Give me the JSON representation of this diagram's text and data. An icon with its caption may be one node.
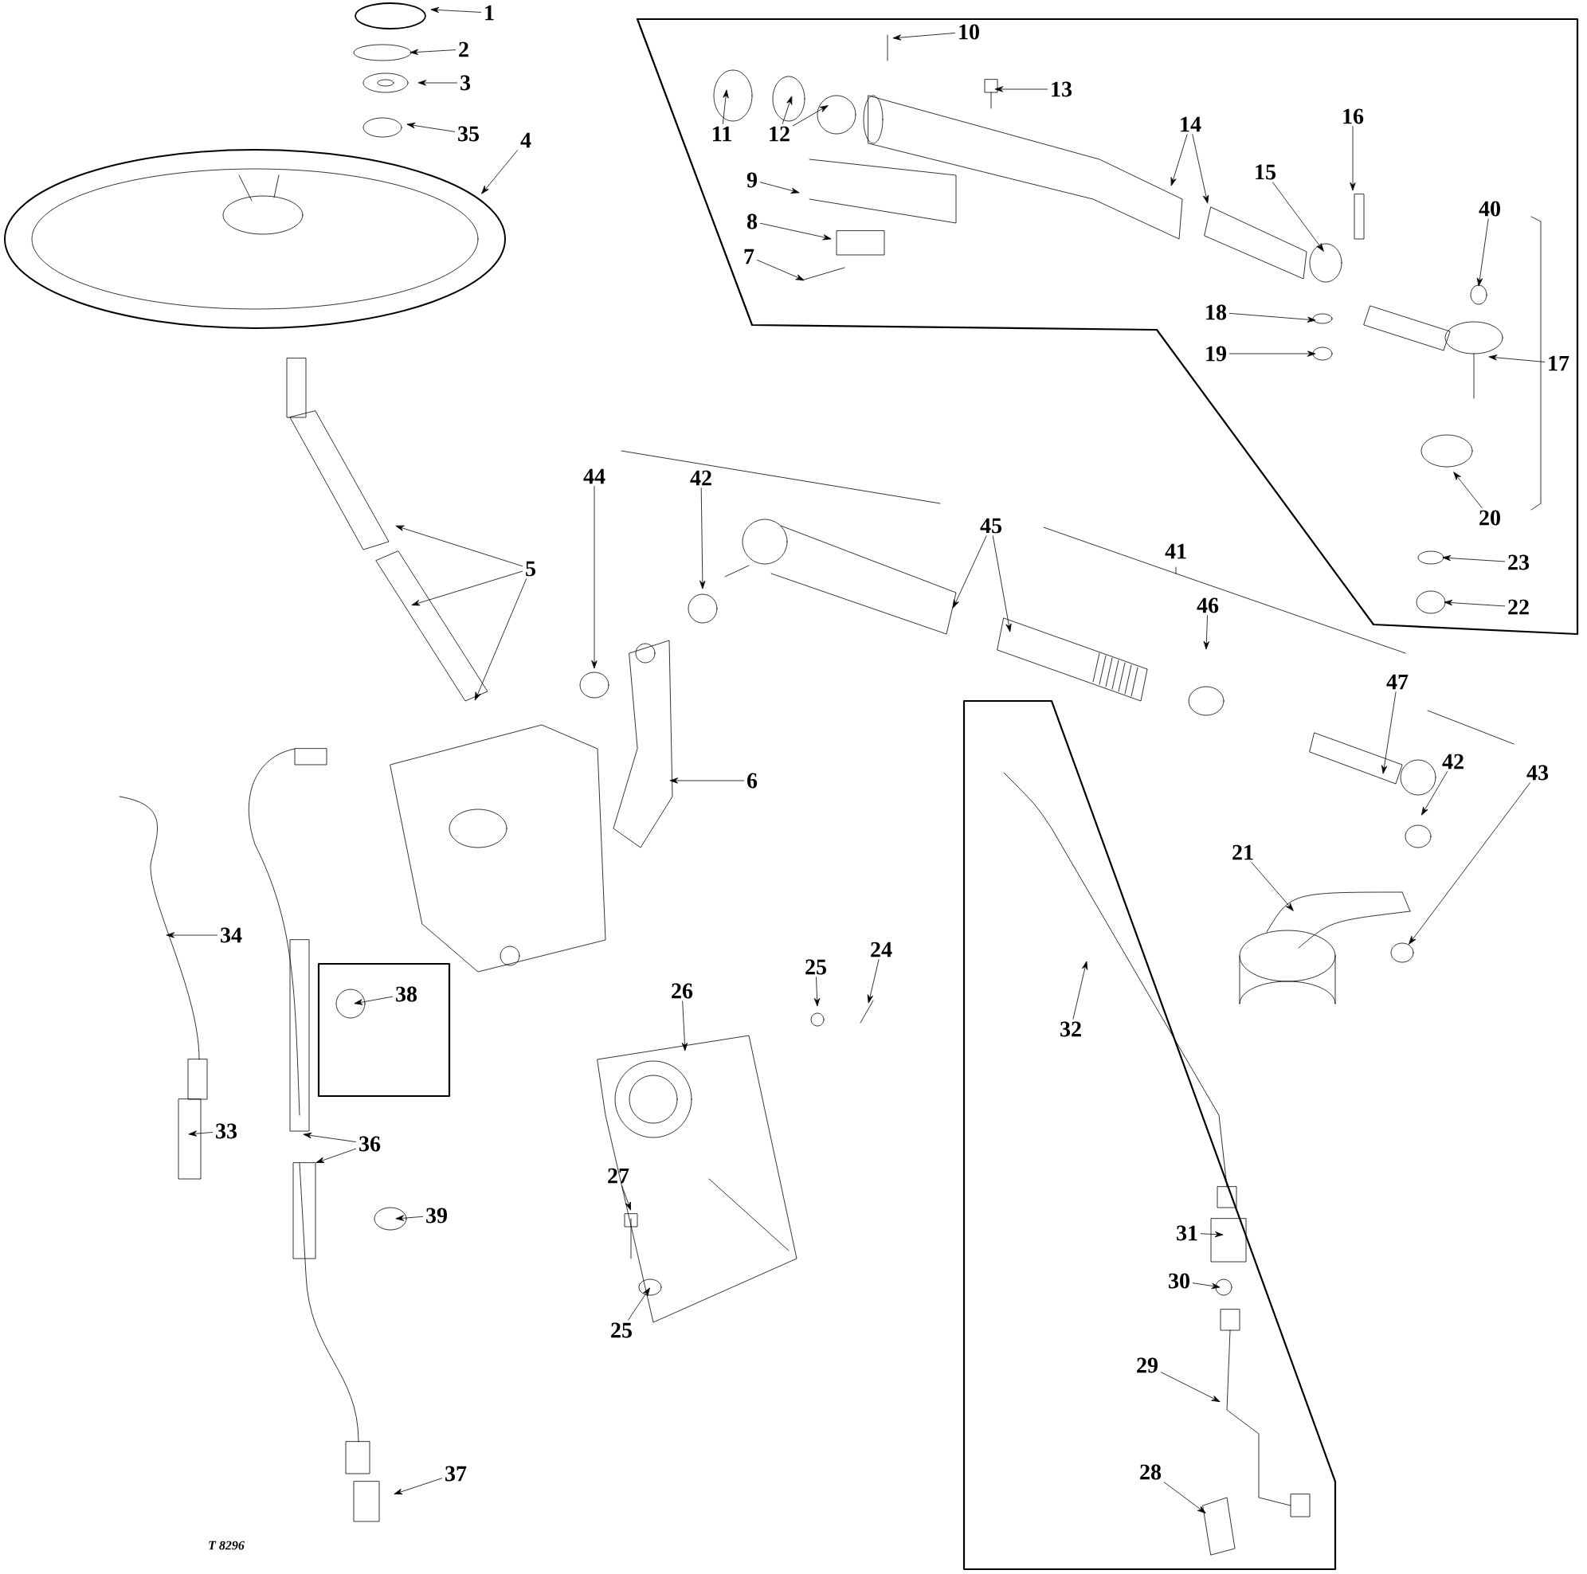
{
  "diagram": {
    "nodes": [
      {
        "text": [
          "1"
        ]
      },
      {
        "text": [
          "2"
        ]
      },
      {
        "text": [
          "3"
        ]
      },
      {
        "text": [
          "35"
        ]
      },
      {
        "text": [
          "4"
        ]
      },
      {
        "text": [],
        "shape": "box"
      },
      {
        "text": [
          "10"
        ],
        "in": 5
      },
      {
        "text": [
          "13"
        ],
        "in": 5
      },
      {
        "text": [
          "11"
        ],
        "in": 5
      },
      {
        "text": [
          "12"
        ],
        "in": 5
      },
      {
        "text": [
          "14"
        ],
        "in": 5
      },
      {
        "text": [
          "16"
        ],
        "in": 5
      },
      {
        "text": [
          "9"
        ],
        "in": 5
      },
      {
        "text": [
          "15"
        ],
        "in": 5
      },
      {
        "text": [
          "8"
        ],
        "in": 5
      },
      {
        "text": [
          "40"
        ],
        "in": 5
      },
      {
        "text": [
          "7"
        ],
        "in": 5
      },
      {
        "text": [
          "18"
        ],
        "in": 5
      },
      {
        "text": [
          "19"
        ],
        "in": 5
      },
      {
        "text": [
          "17"
        ],
        "in": 5
      },
      {
        "text": [
          "20"
        ],
        "in": 5
      },
      {
        "text": [
          "23"
        ],
        "in": 5
      },
      {
        "text": [
          "22"
        ],
        "in": 5
      },
      {
        "text": [
          "44"
        ]
      },
      {
        "text": [
          "42"
        ]
      },
      {
        "text": [
          "45"
        ]
      },
      {
        "text": [
          "41"
        ]
      },
      {
        "text": [
          "5"
        ]
      },
      {
        "text": [
          "46"
        ]
      },
      {
        "text": [
          "47"
        ]
      },
      {
        "text": [
          "6"
        ]
      },
      {
        "text": [
          "42"
        ]
      },
      {
        "text": [
          "43"
        ]
      },
      {
        "text": [],
        "shape": "box"
      },
      {
        "text": [
          "21"
        ]
      },
      {
        "text": [
          "32"
        ],
        "in": 33
      },
      {
        "text": [
          "34"
        ]
      },
      {
        "text": [],
        "shape": "box"
      },
      {
        "text": [
          "38"
        ],
        "in": 37
      },
      {
        "text": [
          "26"
        ]
      },
      {
        "text": [
          "25"
        ]
      },
      {
        "text": [
          "24"
        ]
      },
      {
        "text": [
          "33"
        ]
      },
      {
        "text": [
          "36"
        ]
      },
      {
        "text": [
          "39"
        ]
      },
      {
        "text": [
          "27"
        ]
      },
      {
        "text": [
          "31"
        ],
        "in": 33
      },
      {
        "text": [
          "30"
        ],
        "in": 33
      },
      {
        "text": [
          "25"
        ]
      },
      {
        "text": [
          "29"
        ],
        "in": 33
      },
      {
        "text": [
          "28"
        ],
        "in": 33
      },
      {
        "text": [
          "37"
        ]
      }
    ],
    "edges": [
      {
        "from": 0,
        "to": null,
        "arrow": "to"
      },
      {
        "from": 1,
        "to": null,
        "arrow": "to"
      },
      {
        "from": 2,
        "to": null,
        "arrow": "to"
      },
      {
        "from": 3,
        "to": null,
        "arrow": "to"
      },
      {
        "from": 4,
        "to": null,
        "arrow": "to"
      },
      {
        "from": 6,
        "to": null,
        "arrow": "to"
      },
      {
        "from": 7,
        "to": null,
        "arrow": "to"
      },
      {
        "from": 8,
        "to": null,
        "arrow": "to"
      },
      {
        "from": 9,
        "to": null,
        "arrow": "to"
      },
      {
        "from": 9,
        "to": null,
        "arrow": "to"
      },
      {
        "from": 10,
        "to": null,
        "arrow": "to"
      },
      {
        "from": 10,
        "to": null,
        "arrow": "to"
      },
      {
        "from": 11,
        "to": null,
        "arrow": "to"
      },
      {
        "from": 12,
        "to": null,
        "arrow": "to"
      },
      {
        "from": 13,
        "to": null,
        "arrow": "to"
      },
      {
        "from": 14,
        "to": null,
        "arrow": "to"
      },
      {
        "from": 15,
        "to": null,
        "arrow": "to"
      },
      {
        "from": 16,
        "to": null,
        "arrow": "to"
      },
      {
        "from": 17,
        "to": null,
        "arrow": "to"
      },
      {
        "from": 18,
        "to": null,
        "arrow": "to"
      },
      {
        "from": 19,
        "to": null,
        "arrow": "to"
      },
      {
        "from": 20,
        "to": null,
        "arrow": "to"
      },
      {
        "from": 21,
        "to": null,
        "arrow": "to"
      },
      {
        "from": 22,
        "to": null,
        "arrow": "to"
      },
      {
        "from": 23,
        "to": null,
        "arrow": "to"
      },
      {
        "from": 24,
        "to": null,
        "arrow": "to"
      },
      {
        "from": 25,
        "to": null,
        "arrow": "to"
      },
      {
        "from": 25,
        "to": null,
        "arrow": "to"
      },
      {
        "from": 27,
        "to": null,
        "arrow": "to"
      },
      {
        "from": 27,
        "to": null,
        "arrow": "to"
      },
      {
        "from": 27,
        "to": null,
        "arrow": "to"
      },
      {
        "from": 28,
        "to": null,
        "arrow": "to"
      },
      {
        "from": 29,
        "to": null,
        "arrow": "to"
      },
      {
        "from": 30,
        "to": null,
        "arrow": "to"
      },
      {
        "from": 31,
        "to": null,
        "arrow": "to"
      },
      {
        "from": 32,
        "to": null,
        "arrow": "to"
      },
      {
        "from": 34,
        "to": null,
        "arrow": "to"
      },
      {
        "from": 35,
        "to": null,
        "arrow": "to"
      },
      {
        "from": 36,
        "to": null,
        "arrow": "to"
      },
      {
        "from": 38,
        "to": null,
        "arrow": "to"
      },
      {
        "from": 39,
        "to": null,
        "arrow": "to"
      },
      {
        "from": 40,
        "to": null,
        "arrow": "to"
      },
      {
        "from": 41,
        "to": null,
        "arrow": "to"
      },
      {
        "from": 42,
        "to": null,
        "arrow": "to"
      },
      {
        "from": 43,
        "to": null,
        "arrow": "to"
      },
      {
        "from": 43,
        "to": null,
        "arrow": "to"
      },
      {
        "from": 44,
        "to": null,
        "arrow": "to"
      },
      {
        "from": 45,
        "to": null,
        "arrow": "to"
      },
      {
        "from": 46,
        "to": null,
        "arrow": "to"
      },
      {
        "from": 47,
        "to": null,
        "arrow": "to"
      },
      {
        "from": 48,
        "to": null,
        "arrow": "to"
      },
      {
        "from": 49,
        "to": null,
        "arrow": "to"
      },
      {
        "from": 50,
        "to": null,
        "arrow": "to"
      },
      {
        "from": 51,
        "to": null,
        "arrow": "to"
      }
    ],
    "labels": [
      "T 8296"
    ]
  }
}
